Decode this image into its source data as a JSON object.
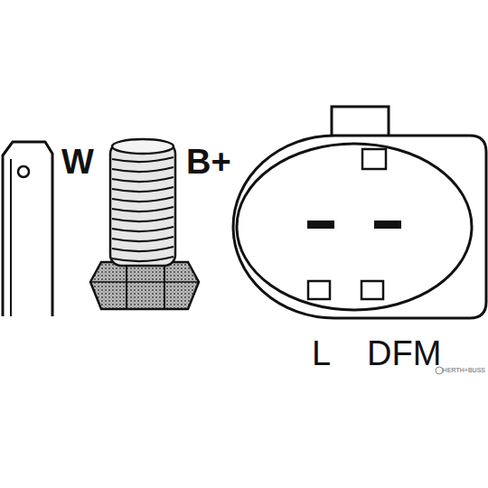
{
  "diagram": {
    "labels": [
      "W",
      "B+",
      "L",
      "DFM",
      "HERTH+BUSS"
    ]
  }
}
